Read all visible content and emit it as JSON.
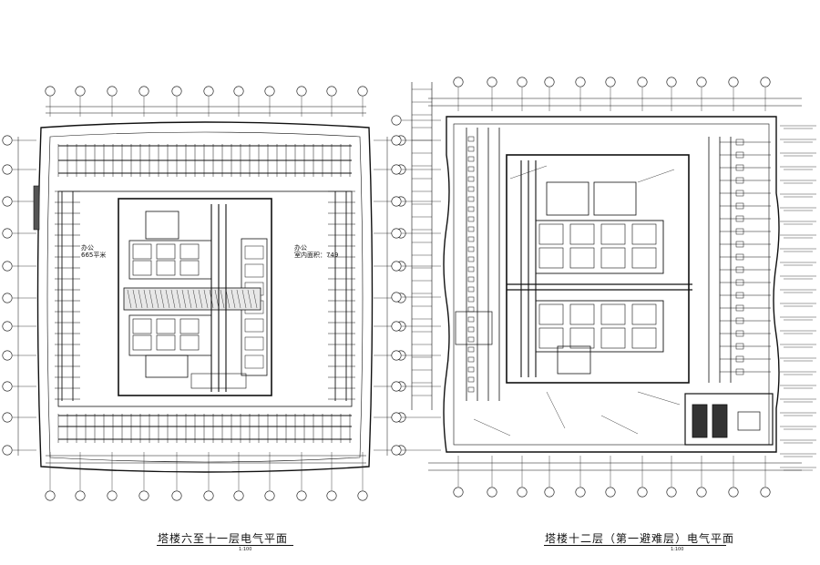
{
  "plans": {
    "left": {
      "title": "塔楼六至十一层电气平面",
      "scale": "1:100",
      "rooms": [
        {
          "name": "办公",
          "detail": "665平米"
        },
        {
          "name": "办公",
          "detail": "室内面积：749"
        }
      ]
    },
    "right": {
      "title": "塔楼十二层（第一避难层）电气平面",
      "scale": "1:100"
    }
  },
  "colors": {
    "line": "#111111",
    "paper": "#ffffff"
  }
}
